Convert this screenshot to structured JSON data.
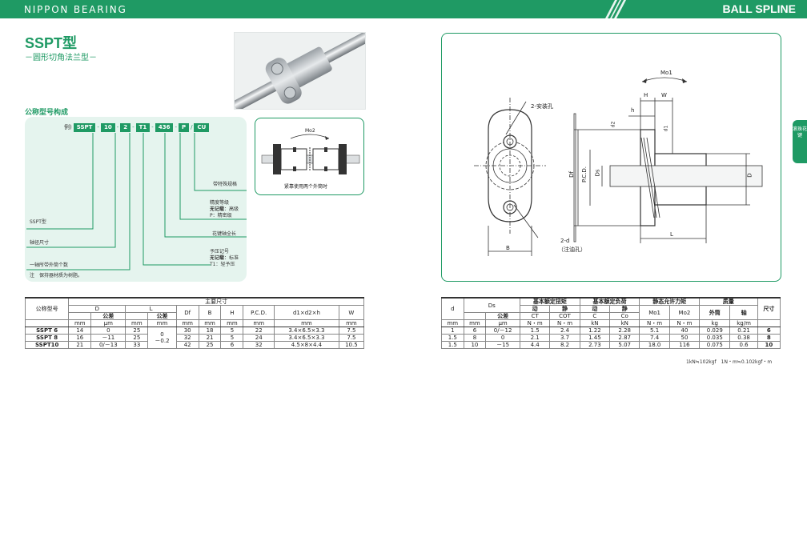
{
  "header": {
    "brand": "NIPPON BEARING",
    "right_title": "BALL SPLINE",
    "side_tab": "滚珠花键",
    "accent": "#1f9a64"
  },
  "product": {
    "title": "SSPT型",
    "subtitle": "－圆形切角法兰型－"
  },
  "model_section": {
    "heading": "公称型号构成",
    "example_label": "例)",
    "codes": [
      "SSPT",
      "10",
      "2",
      "T1",
      "436",
      "P",
      "CU"
    ],
    "labels": {
      "series": "SSPT型",
      "shaft": "轴径尺寸",
      "nut_count": "一轴所带外筒个数",
      "special": "带特殊规格",
      "precision_title": "精度等级",
      "precision_none": "无记载",
      "precision_none_val": "：高级",
      "precision_p": "P：精密级",
      "spline_length": "花键轴全长",
      "preload_title": "予压记号",
      "preload_none": "无记载",
      "preload_none_val": "：标准",
      "preload_t1": "T1：轻予压"
    },
    "note": "注　保持器材质为树脂。"
  },
  "m02_panel": {
    "label": "Mo2",
    "caption": "紧靠使用两个外筒时"
  },
  "diagram": {
    "labels": {
      "m01": "Mo1",
      "h": "H",
      "w": "W",
      "small_h": "h",
      "d2": "d2",
      "d1": "d1",
      "df": "Df",
      "pcd": "P.C.D.",
      "ds": "Ds",
      "d": "D",
      "b": "B",
      "l": "L",
      "mount_hole": "2-安装孔",
      "oil_hole": "2-d",
      "oil_hole_note": "（注油孔）"
    }
  },
  "table_left": {
    "h_model": "公称型号",
    "h_main": "主要尺寸",
    "h_D": "D",
    "h_L": "L",
    "h_Df": "Df",
    "h_B": "B",
    "h_H": "H",
    "h_PCD": "P.C.D.",
    "h_d1": "d1×d2×h",
    "h_W": "W",
    "h_tol": "公差",
    "h_tol2": "公差",
    "units": [
      "mm",
      "mm",
      "μm",
      "mm",
      "mm",
      "mm",
      "mm",
      "mm",
      "mm",
      "mm",
      "mm"
    ],
    "l_tol": "0",
    "l_tol2": "－0.2",
    "rows": [
      {
        "model": "SSPT  6",
        "D": "14",
        "Dtol": "0",
        "L": "25",
        "Df": "30",
        "B": "18",
        "H": "5",
        "PCD": "22",
        "d1": "3.4×6.5×3.3",
        "W": "7.5"
      },
      {
        "model": "SSPT  8",
        "D": "16",
        "Dtol": "－11",
        "L": "25",
        "Df": "32",
        "B": "21",
        "H": "5",
        "PCD": "24",
        "d1": "3.4×6.5×3.3",
        "W": "7.5"
      },
      {
        "model": "SSPT10",
        "D": "21",
        "Dtol": "0/－13",
        "L": "33",
        "Df": "42",
        "B": "25",
        "H": "6",
        "PCD": "32",
        "d1": "4.5×8×4.4",
        "W": "10.5"
      }
    ]
  },
  "table_right": {
    "h_d": "d",
    "h_Ds": "Ds",
    "h_torque": "基本额定扭矩",
    "h_load": "基本额定负荷",
    "h_moment": "静态允许力矩",
    "h_mass": "质量",
    "h_size": "尺寸",
    "h_dyn": "动",
    "h_sta": "静",
    "h_dyn2": "动",
    "h_sta2": "静",
    "h_outer": "外筒",
    "h_shaft": "轴",
    "h_tol": "公差",
    "h_ct": "CT",
    "h_cot": "COT",
    "h_c": "C",
    "h_co": "Co",
    "h_mo1": "Mo1",
    "h_mo2": "Mo2",
    "units": [
      "mm",
      "mm",
      "μm",
      "N・m",
      "N・m",
      "kN",
      "kN",
      "N・m",
      "N・m",
      "kg",
      "kg/m"
    ],
    "rows": [
      {
        "d": "1",
        "Ds": "6",
        "tol": "0/－12",
        "ct": "1.5",
        "cot": "2.4",
        "c": "1.22",
        "co": "2.28",
        "mo1": "5.1",
        "mo2": "40",
        "outer": "0.029",
        "shaft": "0.21",
        "size": "6"
      },
      {
        "d": "1.5",
        "Ds": "8",
        "tol": "0",
        "ct": "2.1",
        "cot": "3.7",
        "c": "1.45",
        "co": "2.87",
        "mo1": "7.4",
        "mo2": "50",
        "outer": "0.035",
        "shaft": "0.38",
        "size": "8"
      },
      {
        "d": "1.5",
        "Ds": "10",
        "tol": "－15",
        "ct": "4.4",
        "cot": "8.2",
        "c": "2.73",
        "co": "5.07",
        "mo1": "18.0",
        "mo2": "116",
        "outer": "0.075",
        "shaft": "0.6",
        "size": "10"
      }
    ],
    "note": "1kN≒102kgf　1N・m≒0.102kgf・m"
  }
}
